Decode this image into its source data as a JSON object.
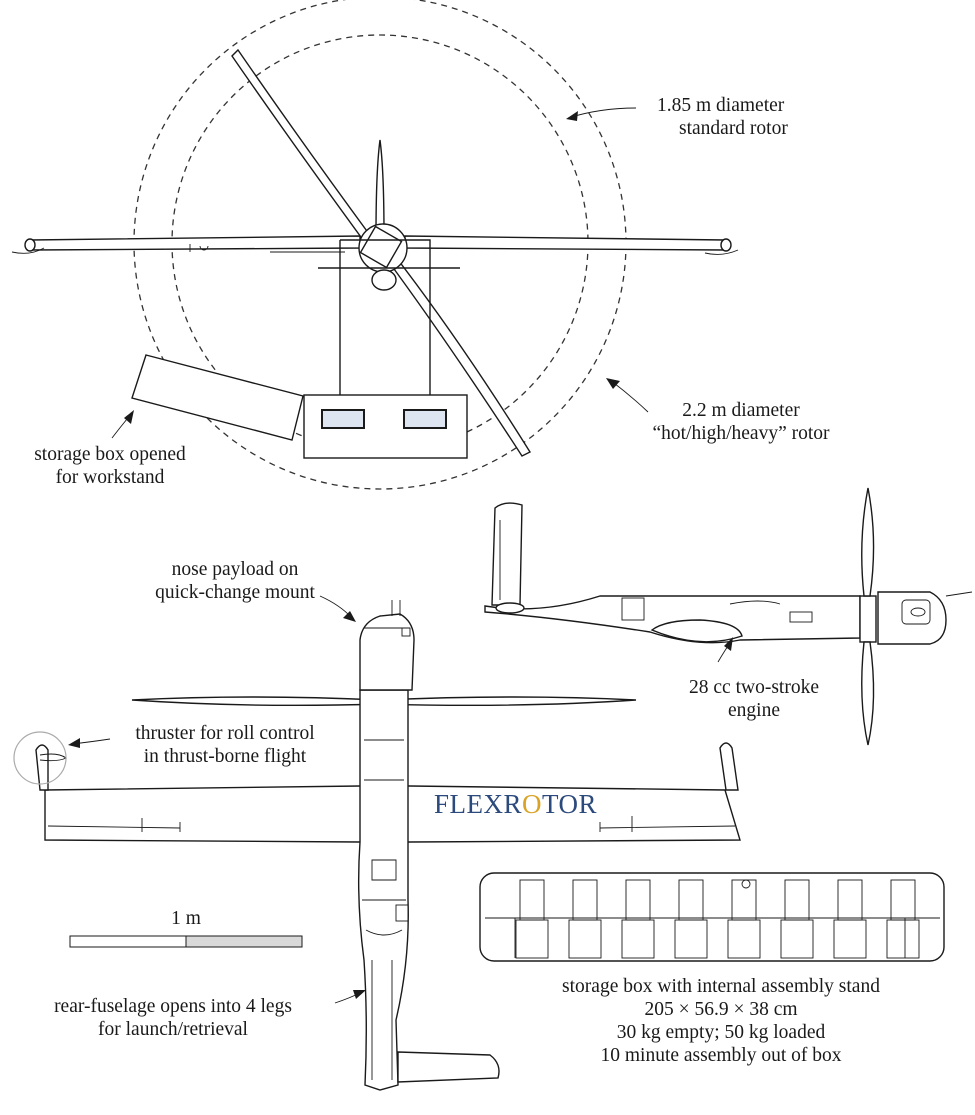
{
  "labels": {
    "standard_rotor": [
      "1.85 m diameter",
      "standard rotor"
    ],
    "heavy_rotor": [
      "2.2 m diameter",
      "“hot/high/heavy” rotor"
    ],
    "storage_open": [
      "storage box opened",
      "for workstand"
    ],
    "nose_payload": [
      "nose payload on",
      "quick-change mount"
    ],
    "engine": [
      "28 cc two-stroke",
      "engine"
    ],
    "thruster": [
      "thruster for roll control",
      "in thrust-borne flight"
    ],
    "scale": "1 m",
    "rear_fuselage": [
      "rear-fuselage opens into 4 legs",
      "for launch/retrieval"
    ],
    "storage_box": [
      "storage box with internal assembly stand",
      "205 × 56.9 × 38 cm",
      "30 kg empty; 50 kg loaded",
      "10 minute assembly out of box"
    ]
  },
  "logo": {
    "prefix": "FLEXR",
    "ring_letter": "O",
    "suffix": "TOR"
  },
  "colors": {
    "logo_text": "#2c4a7c",
    "logo_ring": "#d9a326",
    "scale_bar_shaded": "#d9d9d9",
    "window_fill": "#dde6f0"
  }
}
